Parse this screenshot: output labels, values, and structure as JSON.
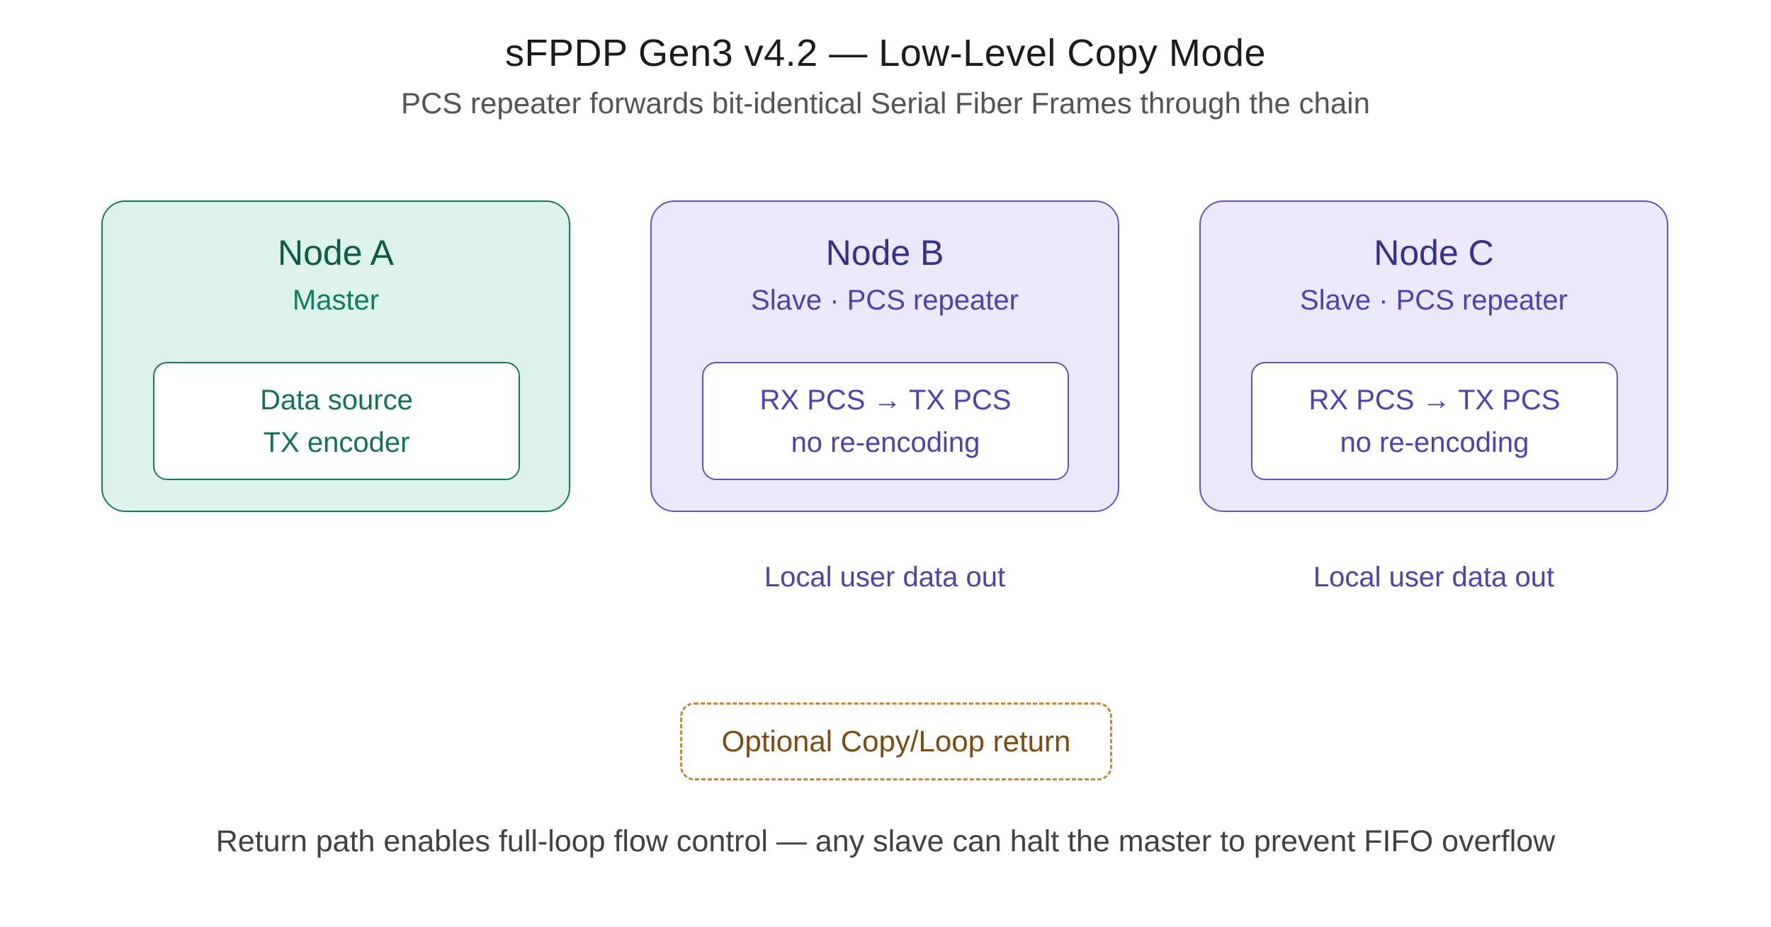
{
  "page": {
    "title": "sFPDP Gen3 v4.2 — Low-Level Copy Mode",
    "subtitle": "PCS repeater forwards bit-identical Serial Fiber Frames through the chain",
    "caption": "Return path enables full-loop flow control — any slave can halt the master to prevent FIFO overflow"
  },
  "nodes": [
    {
      "title": "Node A",
      "subtitle": "Master",
      "inner_line1": "Data source",
      "inner_line2": "TX encoder",
      "theme": "green"
    },
    {
      "title": "Node B",
      "subtitle": "Slave · PCS repeater",
      "inner_line1": "RX PCS → TX PCS",
      "inner_line2": "no re-encoding",
      "theme": "purple"
    },
    {
      "title": "Node C",
      "subtitle": "Slave · PCS repeater",
      "inner_line1": "RX PCS → TX PCS",
      "inner_line2": "no re-encoding",
      "theme": "purple"
    }
  ],
  "labels": {
    "local_out_b": "Local user data out",
    "local_out_c": "Local user data out",
    "optional_return": "Optional Copy/Loop return"
  },
  "colors": {
    "green_fill": "#def2ec",
    "green_border": "#177a58",
    "green_title": "#0d5c46",
    "green_text": "#147a5c",
    "purple_fill": "#eae8fa",
    "purple_border": "#6056c2",
    "purple_title": "#362f8e",
    "purple_text": "#4c42b0",
    "return_border": "#c9852f",
    "return_text": "#7c4d12",
    "title_text": "#1c1c1c",
    "subtitle_text": "#545454",
    "caption_text": "#414141"
  }
}
